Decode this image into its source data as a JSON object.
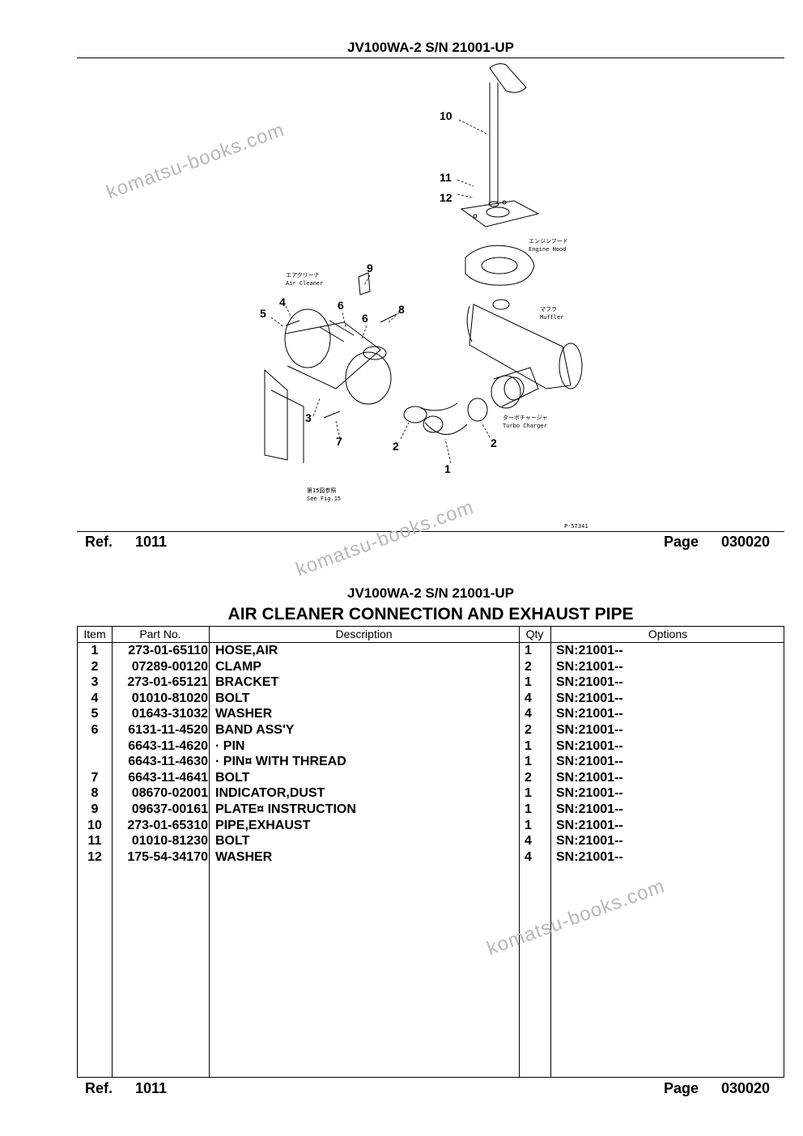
{
  "top": {
    "header": "JV100WA-2 S/N 21001-UP",
    "ref_label": "Ref.",
    "ref_value": "1011",
    "page_label": "Page",
    "page_value": "030020"
  },
  "diagram": {
    "callouts": [
      "10",
      "11",
      "12",
      "9",
      "4",
      "5",
      "6",
      "6",
      "8",
      "3",
      "7",
      "2",
      "2",
      "1"
    ],
    "labels": {
      "air_cleaner_jp": "エアクリーナ",
      "air_cleaner_en": "Air Cleaner",
      "engine_hood_jp": "エンジンフード",
      "engine_hood_en": "Engine Hood",
      "muffler_jp": "マフラ",
      "muffler_en": "Muffler",
      "turbo_jp": "ターボチャージャ",
      "turbo_en": "Turbo Charger",
      "see_fig_jp": "第15図参照",
      "see_fig_en": "See Fig.15",
      "fig_code": "P-57341"
    }
  },
  "bottom": {
    "header": "JV100WA-2 S/N 21001-UP",
    "title": "AIR CLEANER CONNECTION AND EXHAUST PIPE",
    "ref_label": "Ref.",
    "ref_value": "1011",
    "page_label": "Page",
    "page_value": "030020"
  },
  "table": {
    "headers": {
      "item": "Item",
      "part": "Part No.",
      "desc": "Description",
      "qty": "Qty",
      "opt": "Options"
    },
    "rows": [
      {
        "item": "1",
        "part": "273-01-65110",
        "desc": "HOSE,AIR",
        "qty": "1",
        "opt": "SN:21001--"
      },
      {
        "item": "2",
        "part": "07289-00120",
        "desc": "CLAMP",
        "qty": "2",
        "opt": "SN:21001--"
      },
      {
        "item": "3",
        "part": "273-01-65121",
        "desc": "BRACKET",
        "qty": "1",
        "opt": "SN:21001--"
      },
      {
        "item": "4",
        "part": "01010-81020",
        "desc": "BOLT",
        "qty": "4",
        "opt": "SN:21001--"
      },
      {
        "item": "5",
        "part": "01643-31032",
        "desc": "WASHER",
        "qty": "4",
        "opt": "SN:21001--"
      },
      {
        "item": "6",
        "part": "6131-11-4520",
        "desc": "BAND ASS'Y",
        "qty": "2",
        "opt": "SN:21001--"
      },
      {
        "item": "",
        "part": "6643-11-4620",
        "desc": "· PIN",
        "qty": "1",
        "opt": "SN:21001--"
      },
      {
        "item": "",
        "part": "6643-11-4630",
        "desc": "· PIN¤ WITH THREAD",
        "qty": "1",
        "opt": "SN:21001--"
      },
      {
        "item": "7",
        "part": "6643-11-4641",
        "desc": "BOLT",
        "qty": "2",
        "opt": "SN:21001--"
      },
      {
        "item": "8",
        "part": "08670-02001",
        "desc": "INDICATOR,DUST",
        "qty": "1",
        "opt": "SN:21001--"
      },
      {
        "item": "9",
        "part": "09637-00161",
        "desc": "PLATE¤ INSTRUCTION",
        "qty": "1",
        "opt": "SN:21001--"
      },
      {
        "item": "10",
        "part": "273-01-65310",
        "desc": "PIPE,EXHAUST",
        "qty": "1",
        "opt": "SN:21001--"
      },
      {
        "item": "11",
        "part": "01010-81230",
        "desc": "BOLT",
        "qty": "4",
        "opt": "SN:21001--"
      },
      {
        "item": "12",
        "part": "175-54-34170",
        "desc": "WASHER",
        "qty": "4",
        "opt": "SN:21001--"
      }
    ]
  },
  "watermarks": [
    "komatsu-books.com",
    "komatsu-books.com",
    "komatsu-books.com"
  ]
}
